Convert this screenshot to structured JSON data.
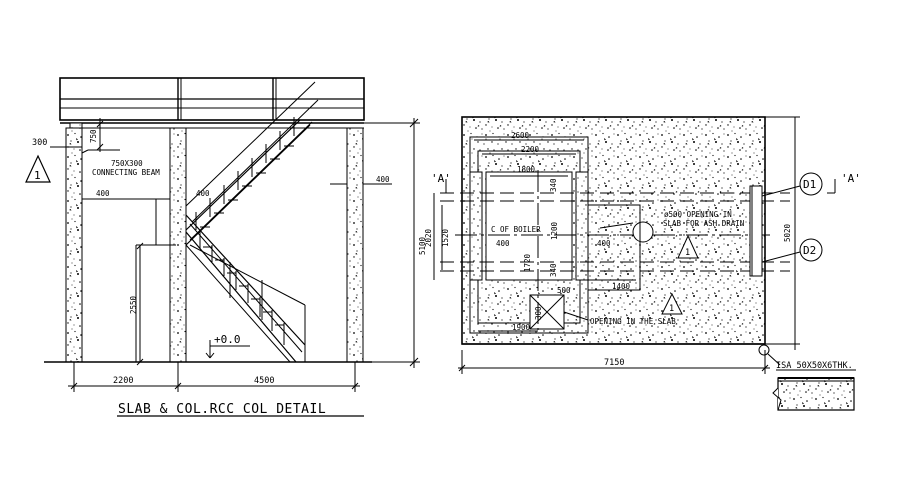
{
  "elevation": {
    "title": "SLAB & COL.RCC COL DETAIL",
    "dims": {
      "d300": "300",
      "d750": "750",
      "beam_size": "750X300",
      "connecting_beam": "CONNECTING BEAM",
      "d400_left": "400",
      "d400_stair": "400",
      "d400_right": "400",
      "d2550": "2550",
      "d5100": "5100",
      "d2200": "2200",
      "d4500": "4500",
      "level": "+0.0"
    },
    "marker": "1"
  },
  "plan": {
    "dims": {
      "d2600": "2600",
      "d2200": "2200",
      "d1800": "1800",
      "d2020": "2020",
      "d1520": "1520",
      "d1200": "1200",
      "d1720": "1720",
      "d340a": "340",
      "d340b": "340",
      "d400a": "400",
      "d400b": "400",
      "d500": "500",
      "d300": "300",
      "d1400": "1400",
      "d1900": "1900",
      "d5020": "5020",
      "d7150": "7150"
    },
    "labels": {
      "boiler": "C OF BOILER",
      "opening_line1": "ø500 OPENING IN",
      "opening_line2": "SLAB FOR ASH DRAIN",
      "opening_slab": "OPENING IN THE SLAB",
      "section_a_left": "'A'",
      "section_a_right": "'A'",
      "d1": "D1",
      "d2": "D2",
      "marker1": "1",
      "marker2": "1"
    },
    "angle_label": "ISA 50X50X6THK."
  }
}
